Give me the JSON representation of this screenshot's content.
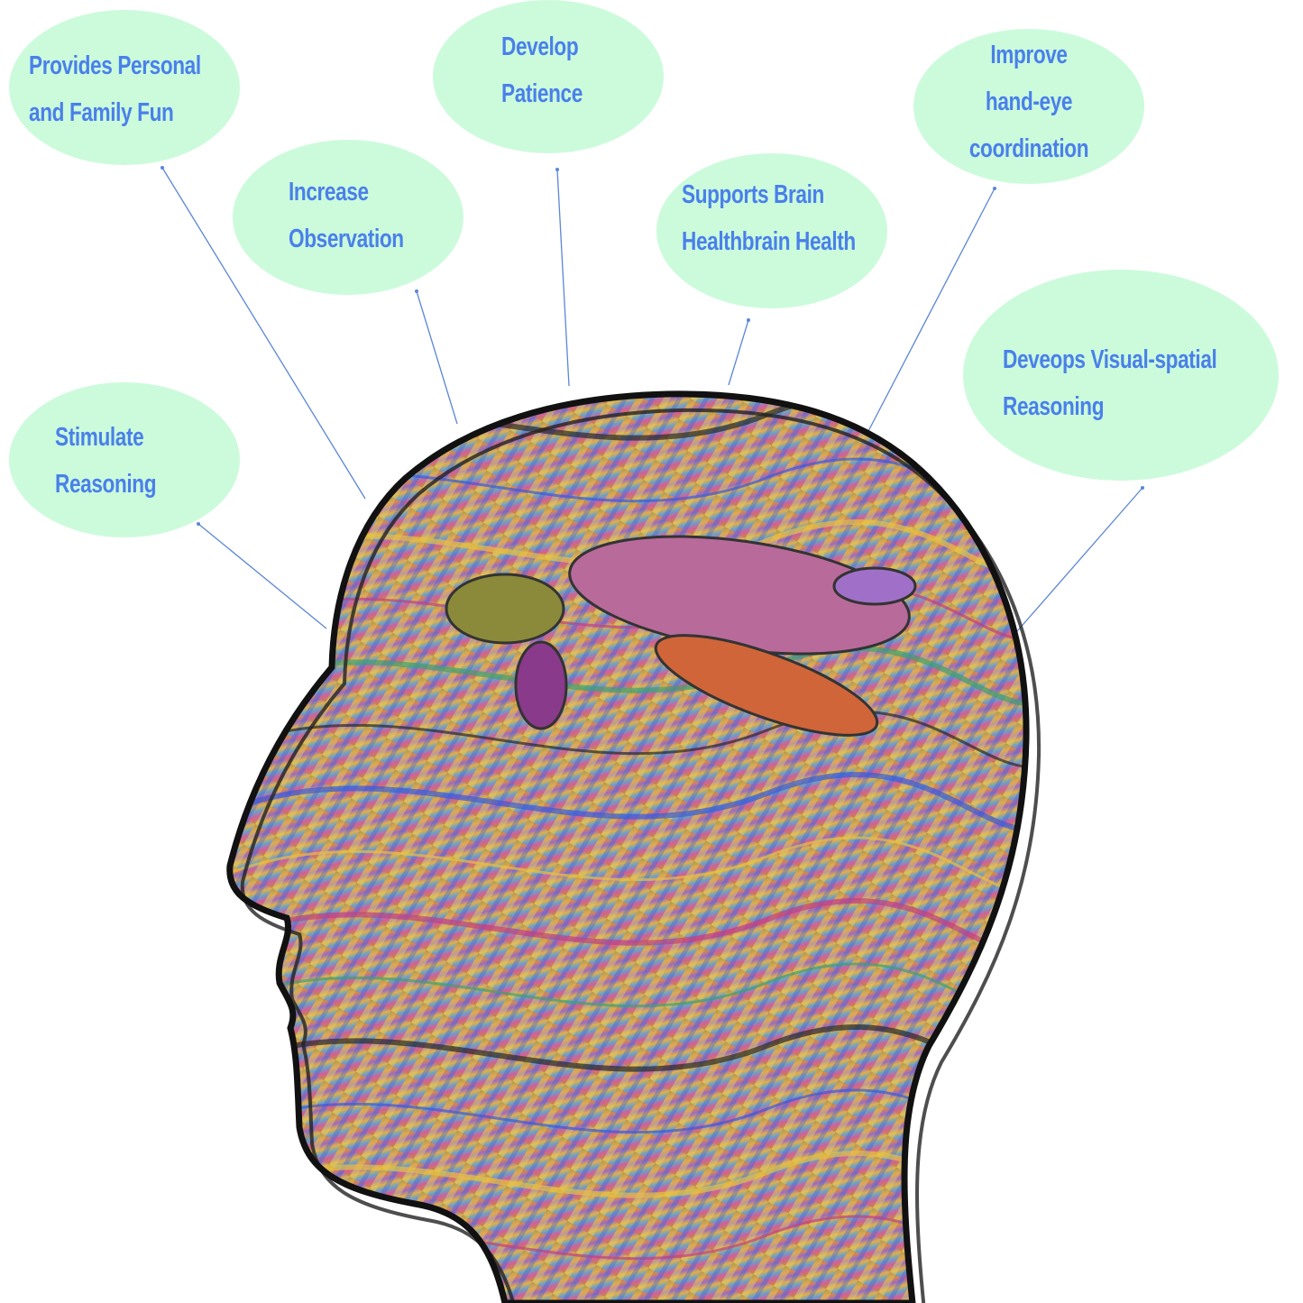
{
  "bubbles": [
    {
      "lines": [
        "Provides Personal",
        "and Family Fun"
      ]
    },
    {
      "lines": [
        "Develop",
        "Patience"
      ]
    },
    {
      "lines": [
        "Increase",
        "Observation"
      ]
    },
    {
      "lines": [
        "Supports Brain",
        "Healthbrain Health"
      ]
    },
    {
      "lines": [
        "Improve",
        "hand-eye",
        "coordination"
      ]
    },
    {
      "lines": [
        "Deveops Visual-spatial",
        "Reasoning"
      ]
    },
    {
      "lines": [
        "Stimulate",
        "Reasoning"
      ]
    }
  ],
  "colors": {
    "bubble_fill": "#ccfbdc",
    "text": "#4a80ea",
    "connector": "#5b86d6",
    "outline": "#111111"
  }
}
